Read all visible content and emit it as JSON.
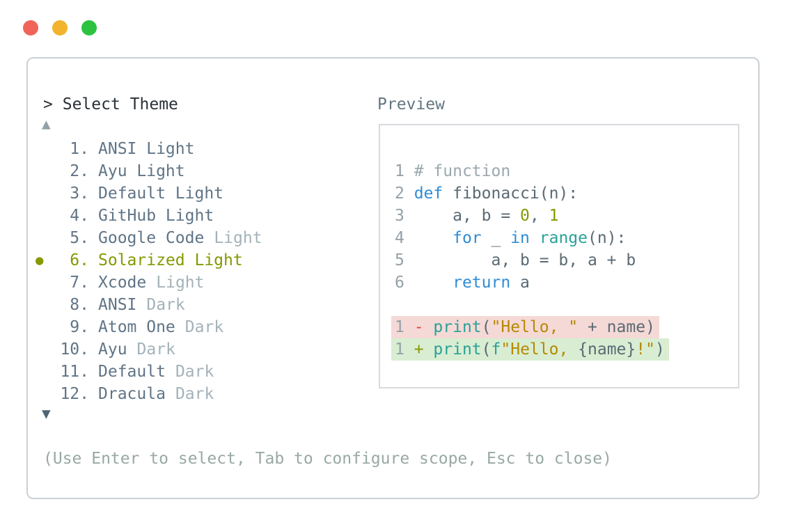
{
  "window_controls": {
    "close_color": "#f0645a",
    "minimize_color": "#f2b42d",
    "maximize_color": "#2dc341"
  },
  "palette": {
    "selected_olive": "#859900",
    "list_text": "#607486",
    "dim_suffix": "#a4b2b9",
    "keyword_blue": "#2f8cd5",
    "function_teal": "#2aa198",
    "string_yellow": "#b58900",
    "removed_bg": "#f5d9d6",
    "added_bg": "#d9edd3"
  },
  "header": {
    "prompt": ">",
    "title": "Select Theme"
  },
  "list": {
    "up_indicator": "▲",
    "down_indicator": "▼",
    "selected_marker": "●",
    "items": [
      {
        "marker": "",
        "number": "1.",
        "name": "ANSI Light",
        "suffix": ""
      },
      {
        "marker": "",
        "number": "2.",
        "name": "Ayu Light",
        "suffix": ""
      },
      {
        "marker": "",
        "number": "3.",
        "name": "Default Light",
        "suffix": ""
      },
      {
        "marker": "",
        "number": "4.",
        "name": "GitHub Light",
        "suffix": ""
      },
      {
        "marker": "",
        "number": "5.",
        "name": "Google Code",
        "suffix": "Light"
      },
      {
        "marker": "●",
        "number": "6.",
        "name": "Solarized Light",
        "suffix": ""
      },
      {
        "marker": "",
        "number": "7.",
        "name": "Xcode",
        "suffix": "Light"
      },
      {
        "marker": "",
        "number": "8.",
        "name": "ANSI",
        "suffix": "Dark"
      },
      {
        "marker": "",
        "number": "9.",
        "name": "Atom One",
        "suffix": "Dark"
      },
      {
        "marker": "",
        "number": "10.",
        "name": "Ayu",
        "suffix": "Dark"
      },
      {
        "marker": "",
        "number": "11.",
        "name": "Default",
        "suffix": "Dark"
      },
      {
        "marker": "",
        "number": "12.",
        "name": "Dracula",
        "suffix": "Dark"
      }
    ]
  },
  "preview": {
    "label": "Preview",
    "code_lines": [
      {
        "tokens": [
          {
            "t": "1 ",
            "c": "ln"
          },
          {
            "t": "# function",
            "c": "cm"
          }
        ]
      },
      {
        "tokens": [
          {
            "t": "2 ",
            "c": "ln"
          },
          {
            "t": "def ",
            "c": "kw"
          },
          {
            "t": "fibonacci(n):",
            "c": "base"
          }
        ]
      },
      {
        "tokens": [
          {
            "t": "3 ",
            "c": "ln"
          },
          {
            "t": "    a, b = ",
            "c": "base"
          },
          {
            "t": "0",
            "c": "olv"
          },
          {
            "t": ", ",
            "c": "base"
          },
          {
            "t": "1",
            "c": "olv"
          }
        ]
      },
      {
        "tokens": [
          {
            "t": "4 ",
            "c": "ln"
          },
          {
            "t": "    ",
            "c": "base"
          },
          {
            "t": "for",
            "c": "kw"
          },
          {
            "t": " _ ",
            "c": "base"
          },
          {
            "t": "in",
            "c": "kw"
          },
          {
            "t": " ",
            "c": "base"
          },
          {
            "t": "range",
            "c": "fn"
          },
          {
            "t": "(n):",
            "c": "base"
          }
        ]
      },
      {
        "tokens": [
          {
            "t": "5 ",
            "c": "ln"
          },
          {
            "t": "        a, b = b, a + b",
            "c": "base"
          }
        ]
      },
      {
        "tokens": [
          {
            "t": "6 ",
            "c": "ln"
          },
          {
            "t": "    ",
            "c": "base"
          },
          {
            "t": "return",
            "c": "kw"
          },
          {
            "t": " a",
            "c": "base"
          }
        ]
      },
      {
        "tokens": []
      },
      {
        "diff": "removed",
        "tokens": [
          {
            "t": "1 ",
            "c": "ln"
          },
          {
            "t": "- ",
            "c": "min"
          },
          {
            "t": "print",
            "c": "fn"
          },
          {
            "t": "(",
            "c": "base"
          },
          {
            "t": "\"Hello, \"",
            "c": "str"
          },
          {
            "t": " + name",
            "c": "base"
          },
          {
            "t": ")",
            "c": "base"
          }
        ]
      },
      {
        "diff": "added",
        "tokens": [
          {
            "t": "1 ",
            "c": "ln"
          },
          {
            "t": "+ ",
            "c": "pls"
          },
          {
            "t": "print",
            "c": "fn"
          },
          {
            "t": "(",
            "c": "base"
          },
          {
            "t": "f",
            "c": "fn"
          },
          {
            "t": "\"Hello, ",
            "c": "str"
          },
          {
            "t": "{name}",
            "c": "base"
          },
          {
            "t": "!\"",
            "c": "str"
          },
          {
            "t": ")",
            "c": "base"
          }
        ]
      }
    ]
  },
  "footer": {
    "hint": "(Use Enter to select, Tab to configure scope, Esc to close)"
  }
}
